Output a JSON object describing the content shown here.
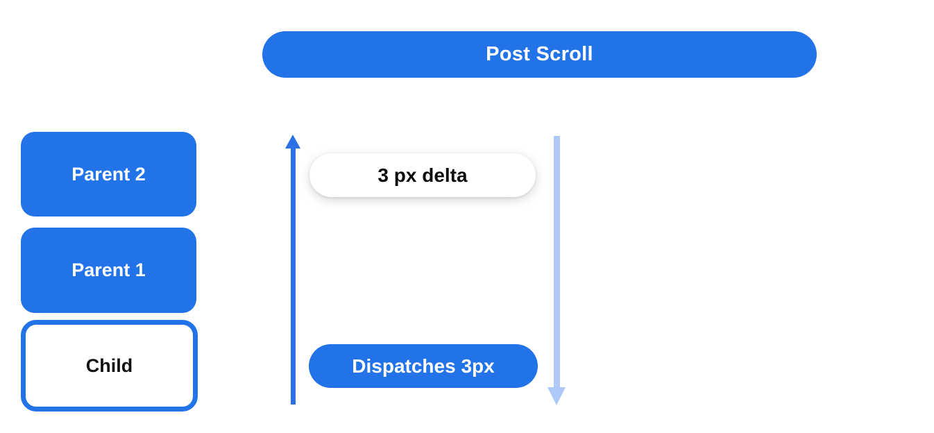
{
  "colors": {
    "primary_blue": "#2273e8",
    "arrow_blue": "#2b70e4",
    "light_blue": "#aec9f7",
    "text_dark": "#0b0b0b",
    "white": "#ffffff"
  },
  "header": {
    "label": "Post Scroll"
  },
  "stack": {
    "items": [
      {
        "label": "Parent 2",
        "variant": "filled"
      },
      {
        "label": "Parent 1",
        "variant": "filled"
      },
      {
        "label": "Child",
        "variant": "outlined"
      }
    ]
  },
  "flow": {
    "delta_pill": {
      "label": "3 px delta"
    },
    "dispatch_pill": {
      "label": "Dispatches 3px"
    }
  },
  "icons": {
    "up_arrow": "arrow-up",
    "down_arrow": "arrow-down"
  }
}
